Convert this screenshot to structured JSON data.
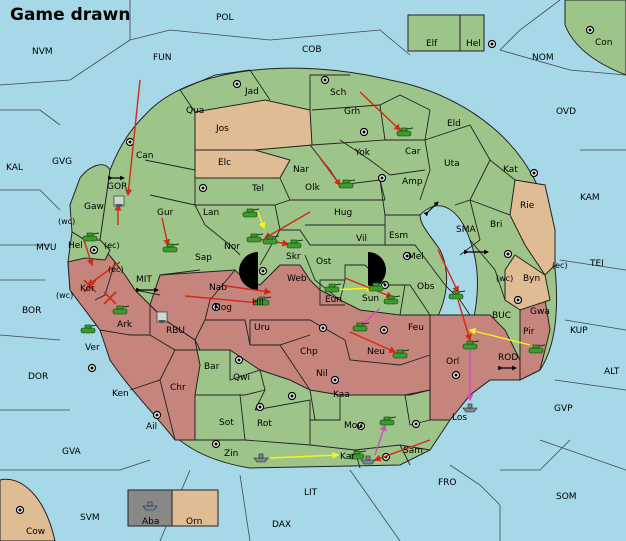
{
  "title": "Game drawn",
  "colors": {
    "sea": "#a6d8e8",
    "green": "#9dc489",
    "red": "#c5847c",
    "tan": "#dfbc93",
    "gray": "#888888",
    "pink_arrow": "#d04fb8",
    "red_arrow": "#d22a14",
    "yellow_arrow": "#f5f519"
  },
  "sea_labels": [
    {
      "id": "pol",
      "text": "POL"
    },
    {
      "id": "fun",
      "text": "FUN"
    },
    {
      "id": "nvm",
      "text": "NVM"
    },
    {
      "id": "cob",
      "text": "COB"
    },
    {
      "id": "nom",
      "text": "NOM"
    },
    {
      "id": "ovd",
      "text": "OVD"
    },
    {
      "id": "kal",
      "text": "KAL"
    },
    {
      "id": "gvg",
      "text": "GVG"
    },
    {
      "id": "kam",
      "text": "KAM"
    },
    {
      "id": "mvu",
      "text": "MVU"
    },
    {
      "id": "sma",
      "text": "SMA"
    },
    {
      "id": "tei",
      "text": "TEI"
    },
    {
      "id": "bor",
      "text": "BOR"
    },
    {
      "id": "mit",
      "text": "MIT"
    },
    {
      "id": "rbu",
      "text": "RBU"
    },
    {
      "id": "buc",
      "text": "BUC"
    },
    {
      "id": "kup",
      "text": "KUP"
    },
    {
      "id": "dor",
      "text": "DOR"
    },
    {
      "id": "rod",
      "text": "ROD"
    },
    {
      "id": "alt",
      "text": "ALT"
    },
    {
      "id": "gvp",
      "text": "GVP"
    },
    {
      "id": "gva",
      "text": "GVA"
    },
    {
      "id": "fro",
      "text": "FRO"
    },
    {
      "id": "lit",
      "text": "LIT"
    },
    {
      "id": "som",
      "text": "SOM"
    },
    {
      "id": "svm",
      "text": "SVM"
    },
    {
      "id": "dax",
      "text": "DAX"
    },
    {
      "id": "gor",
      "text": "GOR"
    }
  ],
  "land_labels": [
    {
      "id": "jad",
      "text": "Jad"
    },
    {
      "id": "sch",
      "text": "Sch"
    },
    {
      "id": "qua",
      "text": "Qua"
    },
    {
      "id": "jos",
      "text": "Jos"
    },
    {
      "id": "grh",
      "text": "Grh"
    },
    {
      "id": "eld",
      "text": "Eld"
    },
    {
      "id": "can",
      "text": "Can"
    },
    {
      "id": "car",
      "text": "Car"
    },
    {
      "id": "elc",
      "text": "Elc"
    },
    {
      "id": "yok",
      "text": "Yok"
    },
    {
      "id": "nar",
      "text": "Nar"
    },
    {
      "id": "uta",
      "text": "Uta"
    },
    {
      "id": "kat",
      "text": "Kat"
    },
    {
      "id": "olk",
      "text": "Olk"
    },
    {
      "id": "amp",
      "text": "Amp"
    },
    {
      "id": "tel",
      "text": "Tel"
    },
    {
      "id": "gaw",
      "text": "Gaw"
    },
    {
      "id": "gur",
      "text": "Gur"
    },
    {
      "id": "rie",
      "text": "Rie"
    },
    {
      "id": "lan",
      "text": "Lan"
    },
    {
      "id": "hug",
      "text": "Hug"
    },
    {
      "id": "bri",
      "text": "Bri"
    },
    {
      "id": "vil",
      "text": "Vil"
    },
    {
      "id": "esm",
      "text": "Esm"
    },
    {
      "id": "hel",
      "text": "Hel"
    },
    {
      "id": "nor",
      "text": "Nor"
    },
    {
      "id": "skr",
      "text": "Skr"
    },
    {
      "id": "sap",
      "text": "Sap"
    },
    {
      "id": "ost",
      "text": "Ost"
    },
    {
      "id": "mel",
      "text": "Mel"
    },
    {
      "id": "byn",
      "text": "Byn"
    },
    {
      "id": "web",
      "text": "Web"
    },
    {
      "id": "kor",
      "text": "Kor"
    },
    {
      "id": "nab",
      "text": "Nab"
    },
    {
      "id": "obs",
      "text": "Obs"
    },
    {
      "id": "eun",
      "text": "Eun"
    },
    {
      "id": "sun",
      "text": "Sun"
    },
    {
      "id": "gwa",
      "text": "Gwa"
    },
    {
      "id": "hil",
      "text": "Hil"
    },
    {
      "id": "ark",
      "text": "Ark"
    },
    {
      "id": "nog",
      "text": "Nog"
    },
    {
      "id": "pir",
      "text": "Pir"
    },
    {
      "id": "uru",
      "text": "Uru"
    },
    {
      "id": "feu",
      "text": "Feu"
    },
    {
      "id": "ver",
      "text": "Ver"
    },
    {
      "id": "orl",
      "text": "Orl"
    },
    {
      "id": "chp",
      "text": "Chp"
    },
    {
      "id": "neu",
      "text": "Neu"
    },
    {
      "id": "bar",
      "text": "Bar"
    },
    {
      "id": "qwi",
      "text": "Qwi"
    },
    {
      "id": "nil",
      "text": "Nil"
    },
    {
      "id": "ken",
      "text": "Ken"
    },
    {
      "id": "chr",
      "text": "Chr"
    },
    {
      "id": "kaa",
      "text": "Kaa"
    },
    {
      "id": "los",
      "text": "Los"
    },
    {
      "id": "ail",
      "text": "Ail"
    },
    {
      "id": "sot",
      "text": "Sot"
    },
    {
      "id": "rot",
      "text": "Rot"
    },
    {
      "id": "mou",
      "text": "Mou"
    },
    {
      "id": "zin",
      "text": "Zin"
    },
    {
      "id": "kar",
      "text": "Kar"
    },
    {
      "id": "sam",
      "text": "Sam"
    },
    {
      "id": "con",
      "text": "Con"
    },
    {
      "id": "cow",
      "text": "Cow"
    },
    {
      "id": "elf",
      "text": "Elf"
    },
    {
      "id": "hel2",
      "text": "Hel"
    },
    {
      "id": "aba",
      "text": "Aba"
    },
    {
      "id": "orn",
      "text": "Orn"
    }
  ],
  "coast_labels": [
    {
      "id": "wc1",
      "text": "(wc)"
    },
    {
      "id": "ec1",
      "text": "(ec)"
    },
    {
      "id": "ec2",
      "text": "(ec)"
    },
    {
      "id": "wc2",
      "text": "(wc)"
    },
    {
      "id": "wc3",
      "text": "(wc)"
    },
    {
      "id": "ec3",
      "text": "(ec)"
    }
  ]
}
